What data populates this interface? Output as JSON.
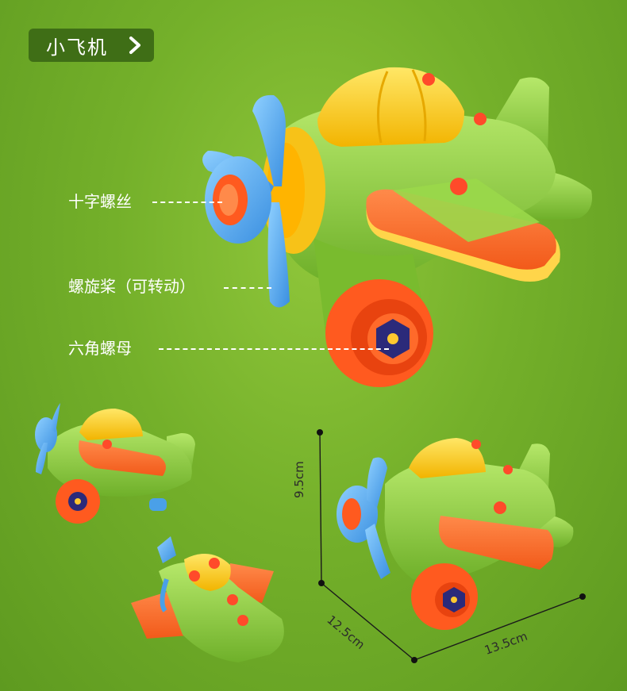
{
  "title": {
    "text": "小飞机",
    "icon": "chevron-right-icon"
  },
  "callouts": {
    "screw": "十字螺丝",
    "propeller": "螺旋桨（可转动）",
    "nut": "六角螺母"
  },
  "dimensions": {
    "height": "9.5cm",
    "depth": "12.5cm",
    "width": "13.5cm"
  },
  "colors": {
    "background": "#74b02a",
    "badge": "#3f6e16",
    "body_green": "#8ccf3a",
    "canopy_yellow": "#ffd21a",
    "wing_orange": "#ff6a2a",
    "propeller_blue": "#5aaef0",
    "nut_navy": "#2b2a7a"
  }
}
